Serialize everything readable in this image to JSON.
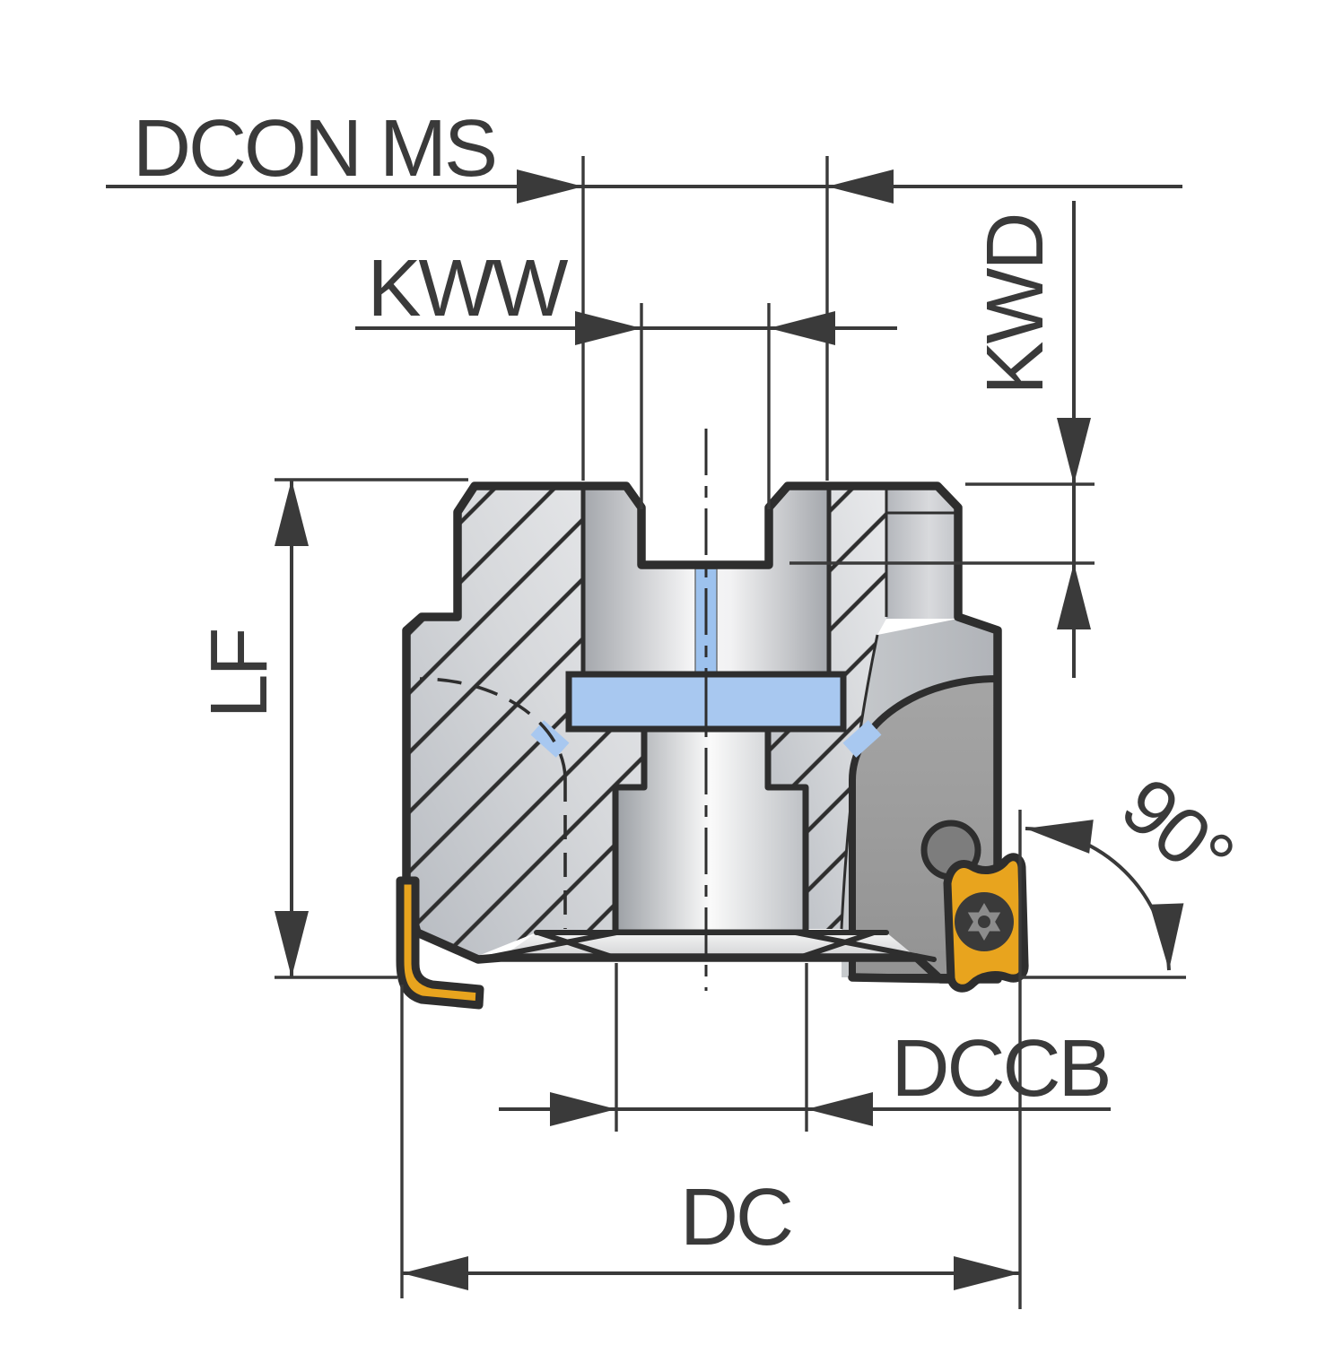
{
  "drawing": {
    "title": "Face milling cutter cross-section drawing",
    "labels": {
      "dcon_ms": "DCON MS",
      "kww": "KWW",
      "kwd": "KWD",
      "lf": "LF",
      "dc": "DC",
      "dccb": "DCCB",
      "angle": "90°"
    },
    "colors": {
      "line": "#3a3a3a",
      "outline": "#2e2e2e",
      "highlight-blue": "#a8c8f0",
      "highlight-blue-deep": "#9dc2ee",
      "insert-yellow": "#e8a41e",
      "pocket-gray": "#9c9c9c",
      "screw-gray": "#7d7d7d",
      "star-gray": "#8c8c8c"
    }
  }
}
